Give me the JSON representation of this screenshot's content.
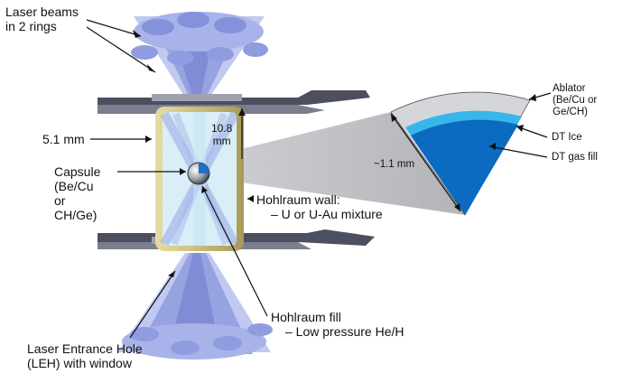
{
  "labels": {
    "laser_beams": [
      "Laser beams",
      "in 2 rings"
    ],
    "dim_hohlraum_width": "5.1 mm",
    "dim_hohlraum_length": [
      "10.8",
      "mm"
    ],
    "capsule": [
      "Capsule",
      "(Be/Cu",
      "or",
      "CH/Ge)"
    ],
    "hohlraum_wall": [
      "Hohlraum wall:",
      "– U or U-Au mixture"
    ],
    "hohlraum_fill": [
      "Hohlraum fill",
      "– Low pressure He/H"
    ],
    "leh": [
      "Laser Entrance Hole",
      "(LEH) with window"
    ],
    "ablator": [
      "Ablator",
      "(Be/Cu or",
      "Ge/CH)"
    ],
    "dt_ice": "DT Ice",
    "dt_gas": "DT gas fill",
    "dim_capsule_radius": "~1.1 mm"
  },
  "colors": {
    "beam": "#6f7fd6",
    "beam_light": "#b8c2f0",
    "hohlraum_gold": "#b8a96a",
    "hohlraum_fill": "#d7ecf6",
    "flange": "#5b5f70",
    "ablator": "#d4d6da",
    "dt_ice": "#38b6ec",
    "dt_gas": "#0a6bc0"
  }
}
